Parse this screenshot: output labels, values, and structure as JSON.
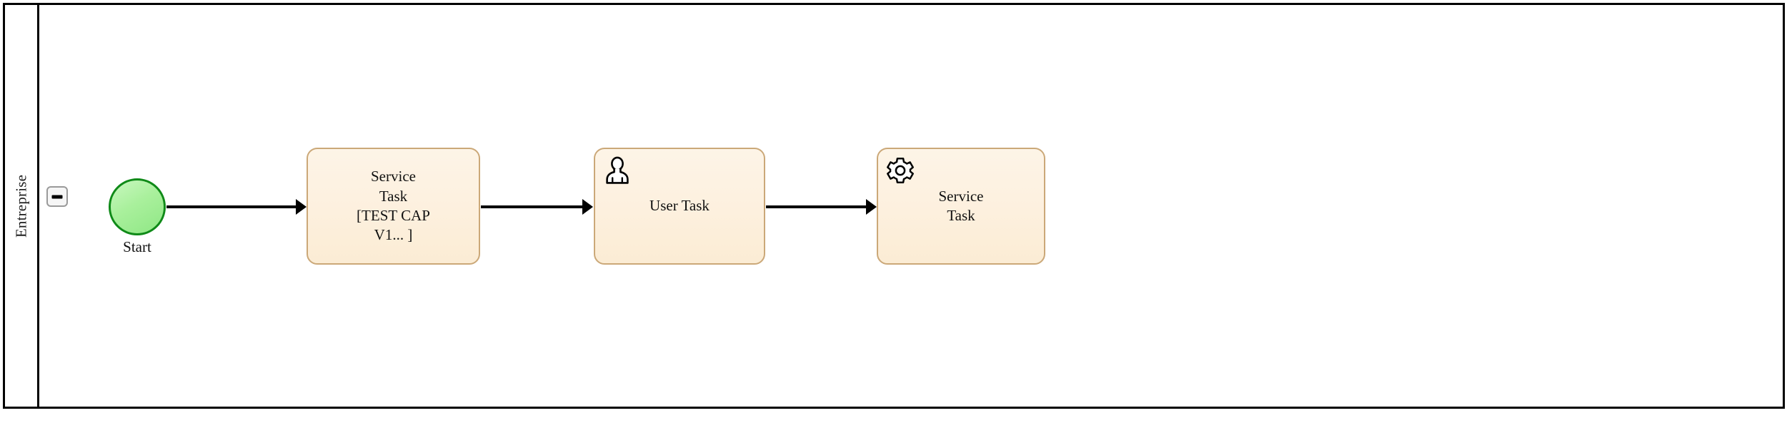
{
  "diagram": {
    "type": "bpmn-process",
    "pool": {
      "name": "Entreprise",
      "collapse_control": "minus"
    },
    "colors": {
      "pool_border": "#000000",
      "task_border": "#cba878",
      "task_fill": "#fdf1e0",
      "start_border": "#0f8a18",
      "start_fill": "#a9f09c",
      "flow_stroke": "#000000",
      "canvas": "#ffffff"
    },
    "nodes": [
      {
        "id": "start",
        "type": "start-event",
        "label": "Start",
        "icon": "none"
      },
      {
        "id": "service-task-1",
        "type": "task",
        "label": "Service\nTask\n[TEST CAP\nV1... ]",
        "icon": "none"
      },
      {
        "id": "user-task",
        "type": "user-task",
        "label": "User Task",
        "icon": "user-icon"
      },
      {
        "id": "service-task-2",
        "type": "service-task",
        "label": "Service\nTask",
        "icon": "gear-icon"
      }
    ],
    "flows": [
      {
        "id": "flow-1",
        "from": "start",
        "to": "service-task-1",
        "label": ""
      },
      {
        "id": "flow-2",
        "from": "service-task-1",
        "to": "user-task",
        "label": ""
      },
      {
        "id": "flow-3",
        "from": "user-task",
        "to": "service-task-2",
        "label": ""
      }
    ]
  }
}
